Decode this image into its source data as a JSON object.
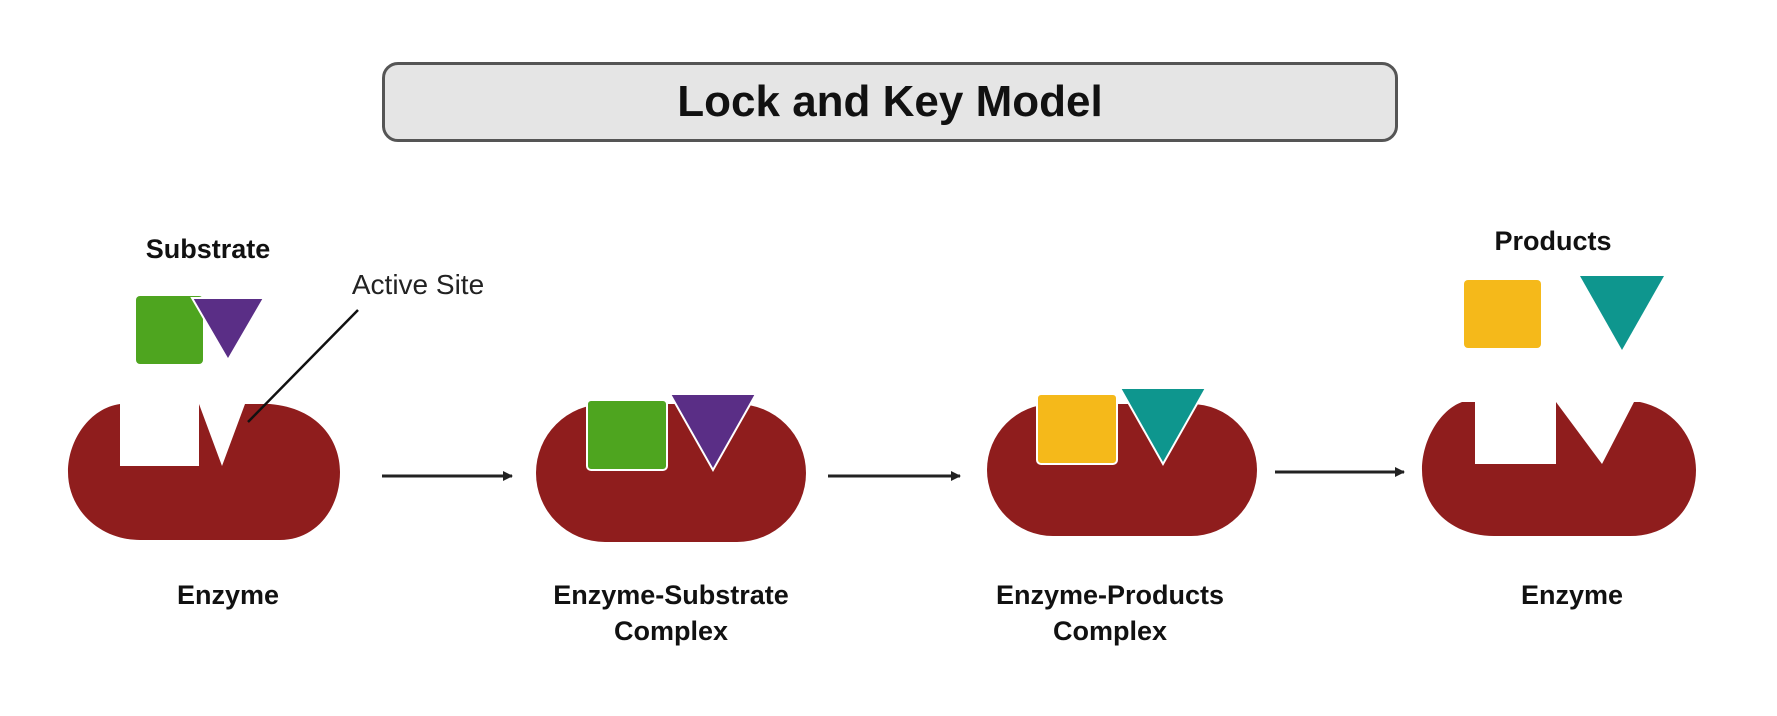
{
  "title": "Lock and Key Model",
  "labels": {
    "substrate": "Substrate",
    "active_site": "Active Site",
    "products": "Products",
    "enzyme_1": "Enzyme",
    "es_complex_line1": "Enzyme-Substrate",
    "es_complex_line2": "Complex",
    "ep_complex_line1": "Enzyme-Products",
    "ep_complex_line2": "Complex",
    "enzyme_2": "Enzyme"
  },
  "colors": {
    "enzyme": "#8f1d1d",
    "substrate_square": "#4ea51f",
    "substrate_triangle": "#5a2e86",
    "product_square": "#f5b91a",
    "product_triangle": "#0e968e",
    "arrow": "#222222",
    "title_bg": "#e5e5e5",
    "title_border": "#555555"
  }
}
